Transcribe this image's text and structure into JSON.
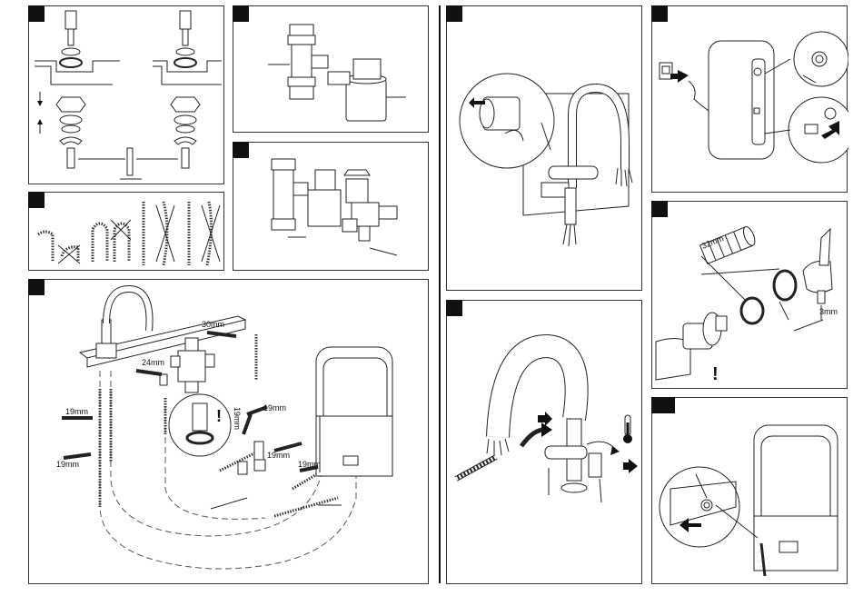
{
  "measurements": {
    "wrench_30": "30mm",
    "wrench_24": "24mm",
    "wrench_19_a": "19mm",
    "wrench_19_b": "19mm",
    "wrench_19_c": "19mm",
    "wrench_19_d": "19mm",
    "wrench_19_e": "19mm",
    "wrench_19_f": "19mm",
    "cartridge_32": "32mm",
    "hex_3": "3mm"
  },
  "warnings": {
    "install_mark": "!",
    "cartridge_mark": "!"
  },
  "icons": {
    "thermometer": "thermometer-icon",
    "arrow": "arrow-icon",
    "warning": "exclamation-icon"
  }
}
